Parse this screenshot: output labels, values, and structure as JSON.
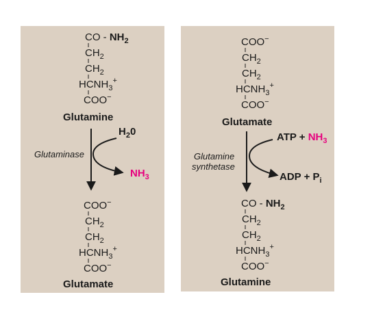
{
  "colors": {
    "panel": "#dcd0c2",
    "accent": "#e6007e",
    "text": "#1a1a1a"
  },
  "left": {
    "top_molecule": {
      "line1_prefix": "CO - ",
      "amide_group": "NH",
      "amide_sub": "2",
      "ch2_a": "CH",
      "ch2_a_sub": "2",
      "ch2_b": "CH",
      "ch2_b_sub": "2",
      "hcnh3": "HCNH",
      "hcnh3_sub": "3",
      "hcnh3_sup": "+",
      "coo": "COO",
      "coo_sup": "−",
      "name": "Glutamine"
    },
    "reagent_in": "H",
    "reagent_in_sub": "2",
    "reagent_in_suffix": "0",
    "enzyme": "Glutaminase",
    "product_out": "NH",
    "product_out_sub": "3",
    "bottom_molecule": {
      "coo_top": "COO",
      "coo_top_sup": "−",
      "ch2_a": "CH",
      "ch2_a_sub": "2",
      "ch2_b": "CH",
      "ch2_b_sub": "2",
      "hcnh3": "HCNH",
      "hcnh3_sub": "3",
      "hcnh3_sup": "+",
      "coo": "COO",
      "coo_sup": "−",
      "name": "Glutamate"
    }
  },
  "right": {
    "top_molecule": {
      "coo_top": "COO",
      "coo_top_sup": "−",
      "ch2_a": "CH",
      "ch2_a_sub": "2",
      "ch2_b": "CH",
      "ch2_b_sub": "2",
      "hcnh3": "HCNH",
      "hcnh3_sub": "3",
      "hcnh3_sup": "+",
      "coo": "COO",
      "coo_sup": "−",
      "name": "Glutamate"
    },
    "reagent_in_prefix": "ATP + ",
    "reagent_in": "NH",
    "reagent_in_sub": "3",
    "enzyme_line1": "Glutamine",
    "enzyme_line2": "synthetase",
    "product_out": "ADP + P",
    "product_out_sub": "i",
    "bottom_molecule": {
      "line1_prefix": "CO - ",
      "amide_group": "NH",
      "amide_sub": "2",
      "ch2_a": "CH",
      "ch2_a_sub": "2",
      "ch2_b": "CH",
      "ch2_b_sub": "2",
      "hcnh3": "HCNH",
      "hcnh3_sub": "3",
      "hcnh3_sup": "+",
      "coo": "COO",
      "coo_sup": "−",
      "name": "Glutamine"
    }
  }
}
